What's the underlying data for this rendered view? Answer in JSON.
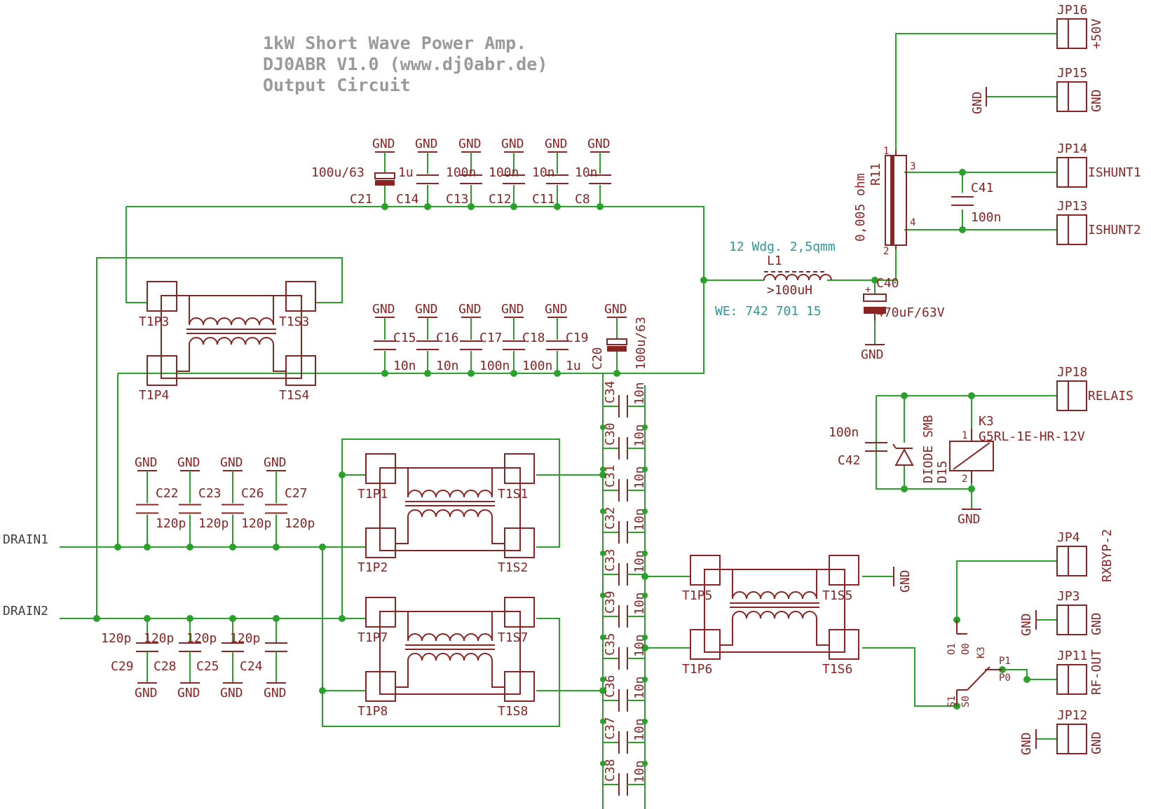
{
  "title": {
    "line1": "1kW Short Wave Power Amp.",
    "line2": "DJ0ABR  V1.0 (www.dj0abr.de)",
    "line3": "Output Circuit"
  },
  "nets": {
    "gnd": "GND",
    "drain1": "DRAIN1",
    "drain2": "DRAIN2"
  },
  "caps_top": [
    {
      "name": "C21",
      "value": "100u/63"
    },
    {
      "name": "C14",
      "value": "1u"
    },
    {
      "name": "C13",
      "value": "100n"
    },
    {
      "name": "C12",
      "value": "100n"
    },
    {
      "name": "C11",
      "value": "10n"
    },
    {
      "name": "C8",
      "value": "10n"
    }
  ],
  "caps_mid": [
    {
      "name": "C15",
      "value": "10n"
    },
    {
      "name": "C16",
      "value": "10n"
    },
    {
      "name": "C17",
      "value": "100n"
    },
    {
      "name": "C18",
      "value": "100n"
    },
    {
      "name": "C19",
      "value": "1u"
    },
    {
      "name": "C20",
      "value": "100u/63"
    }
  ],
  "caps_drain1": [
    {
      "name": "C22",
      "value": "120p"
    },
    {
      "name": "C23",
      "value": "120p"
    },
    {
      "name": "C26",
      "value": "120p"
    },
    {
      "name": "C27",
      "value": "120p"
    }
  ],
  "caps_drain2": [
    {
      "name": "C29",
      "value": "120p"
    },
    {
      "name": "C28",
      "value": "120p"
    },
    {
      "name": "C25",
      "value": "120p"
    },
    {
      "name": "C24",
      "value": "120p"
    }
  ],
  "caps_chain": [
    {
      "name": "C34",
      "value": "10n"
    },
    {
      "name": "C30",
      "value": "10n"
    },
    {
      "name": "C31",
      "value": "10n"
    },
    {
      "name": "C32",
      "value": "10n"
    },
    {
      "name": "C33",
      "value": "10n"
    },
    {
      "name": "C39",
      "value": "10n"
    },
    {
      "name": "C35",
      "value": "10n"
    },
    {
      "name": "C36",
      "value": "10n"
    },
    {
      "name": "C37",
      "value": "10n"
    },
    {
      "name": "C38",
      "value": "10n"
    }
  ],
  "transformers": [
    {
      "p1": "T1P3",
      "s1": "T1S3",
      "p2": "T1P4",
      "s2": "T1S4"
    },
    {
      "p1": "T1P1",
      "s1": "T1S1",
      "p2": "T1P2",
      "s2": "T1S2"
    },
    {
      "p1": "T1P7",
      "s1": "T1S7",
      "p2": "T1P8",
      "s2": "T1S8"
    },
    {
      "p1": "T1P5",
      "s1": "T1S5",
      "p2": "T1P6",
      "s2": "T1S6"
    }
  ],
  "inductor": {
    "name": "L1",
    "value": ">100uH",
    "note_top": "12 Wdg. 2,5qmm",
    "note_bottom": "WE: 742 701 15"
  },
  "c40": {
    "name": "C40",
    "value": "470uF/63V"
  },
  "r11": {
    "name": "R11",
    "value": "0,005 ohm",
    "pins": [
      "1",
      "2",
      "3",
      "4"
    ]
  },
  "c41": {
    "name": "C41",
    "value": "100n"
  },
  "c42": {
    "name": "C42",
    "value": "100n"
  },
  "diode": {
    "name": "D15",
    "value": "DIODE SMB"
  },
  "relay": {
    "name": "K3",
    "value": "G5RL-1E-HR-12V",
    "pins": [
      "1",
      "2"
    ]
  },
  "relay_contact": {
    "name": "K3",
    "o1": "O1",
    "o0": "O0",
    "p1": "P1",
    "p0": "P0",
    "s1": "S1",
    "s0": "S0"
  },
  "connectors": [
    {
      "name": "JP16",
      "label": "+50V"
    },
    {
      "name": "JP15",
      "label": "GND"
    },
    {
      "name": "JP14",
      "label": "ISHUNT1"
    },
    {
      "name": "JP13",
      "label": "ISHUNT2"
    },
    {
      "name": "JP18",
      "label": "RELAIS"
    },
    {
      "name": "JP4",
      "label": "RXBYP-2"
    },
    {
      "name": "JP3",
      "label": "GND"
    },
    {
      "name": "JP11",
      "label": "RF-OUT"
    },
    {
      "name": "JP12",
      "label": "GND"
    }
  ],
  "colors": {
    "wire": "#2aa12a",
    "component": "#8c2424",
    "title": "#9a9a9a",
    "note": "#2a9a9a",
    "net_label": "#404040"
  }
}
